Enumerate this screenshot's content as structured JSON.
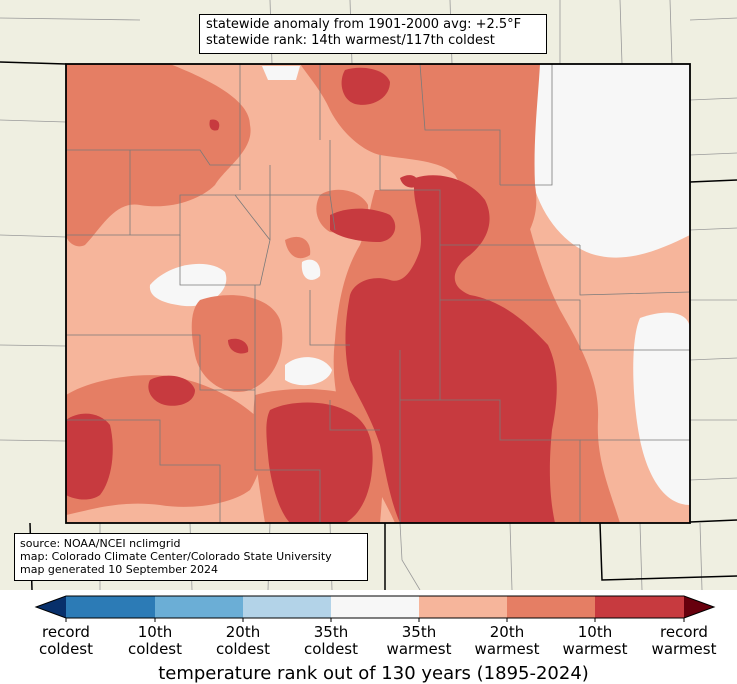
{
  "annotation": {
    "line1": "statewide anomaly from 1901-2000 avg: +2.5°F",
    "line2": "statewide rank: 14th warmest/117th coldest"
  },
  "source": {
    "line1": "source: NOAA/NCEI nclimgrid",
    "line2": "map: Colorado Climate Center/Colorado State University",
    "line3": "map generated 10 September 2024"
  },
  "colorbar": {
    "title": "temperature rank out of 130 years (1895-2024)",
    "colors": [
      "#08306b",
      "#2c7bb6",
      "#6baed6",
      "#b3d3e8",
      "#f7f7f7",
      "#f6b59b",
      "#e57e64",
      "#c73a3f",
      "#67000d"
    ],
    "labels": [
      {
        "top": "record",
        "bottom": "coldest"
      },
      {
        "top": "10th",
        "bottom": "coldest"
      },
      {
        "top": "20th",
        "bottom": "coldest"
      },
      {
        "top": "35th",
        "bottom": "coldest"
      },
      {
        "top": "35th",
        "bottom": "warmest"
      },
      {
        "top": "20th",
        "bottom": "warmest"
      },
      {
        "top": "10th",
        "bottom": "warmest"
      },
      {
        "top": "record",
        "bottom": "warmest"
      }
    ]
  },
  "map_colors": {
    "background_land": "#efefe1",
    "light_warm": "#f6b59b",
    "mid_warm": "#e57e64",
    "strong_warm": "#c73a3f",
    "near_normal": "#f7f7f7"
  }
}
